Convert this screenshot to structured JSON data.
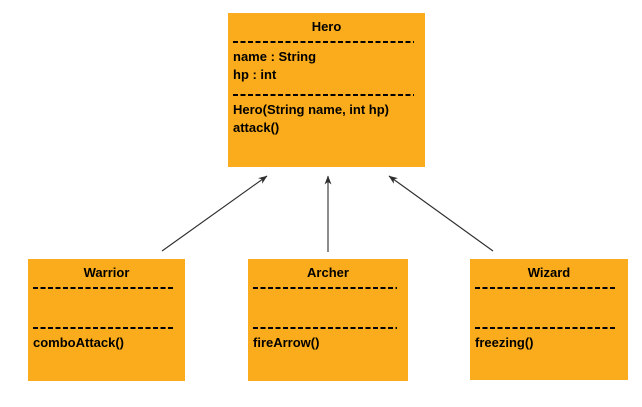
{
  "diagram": {
    "type": "uml-class-diagram",
    "classes": [
      {
        "name": "Hero",
        "attributes": [
          "name : String",
          "hp : int"
        ],
        "methods": [
          "Hero(String name, int hp)",
          "attack()"
        ]
      },
      {
        "name": "Warrior",
        "attributes": [],
        "methods": [
          "comboAttack()"
        ]
      },
      {
        "name": "Archer",
        "attributes": [],
        "methods": [
          "fireArrow()"
        ]
      },
      {
        "name": "Wizard",
        "attributes": [],
        "methods": [
          "freezing()"
        ]
      }
    ],
    "relationships": [
      {
        "from": "Warrior",
        "to": "Hero",
        "type": "inheritance"
      },
      {
        "from": "Archer",
        "to": "Hero",
        "type": "inheritance"
      },
      {
        "from": "Wizard",
        "to": "Hero",
        "type": "inheritance"
      }
    ],
    "colors": {
      "box_fill": "#fbac1c",
      "text": "#000000",
      "arrow": "#2e2e2e",
      "background": "#ffffff"
    }
  }
}
